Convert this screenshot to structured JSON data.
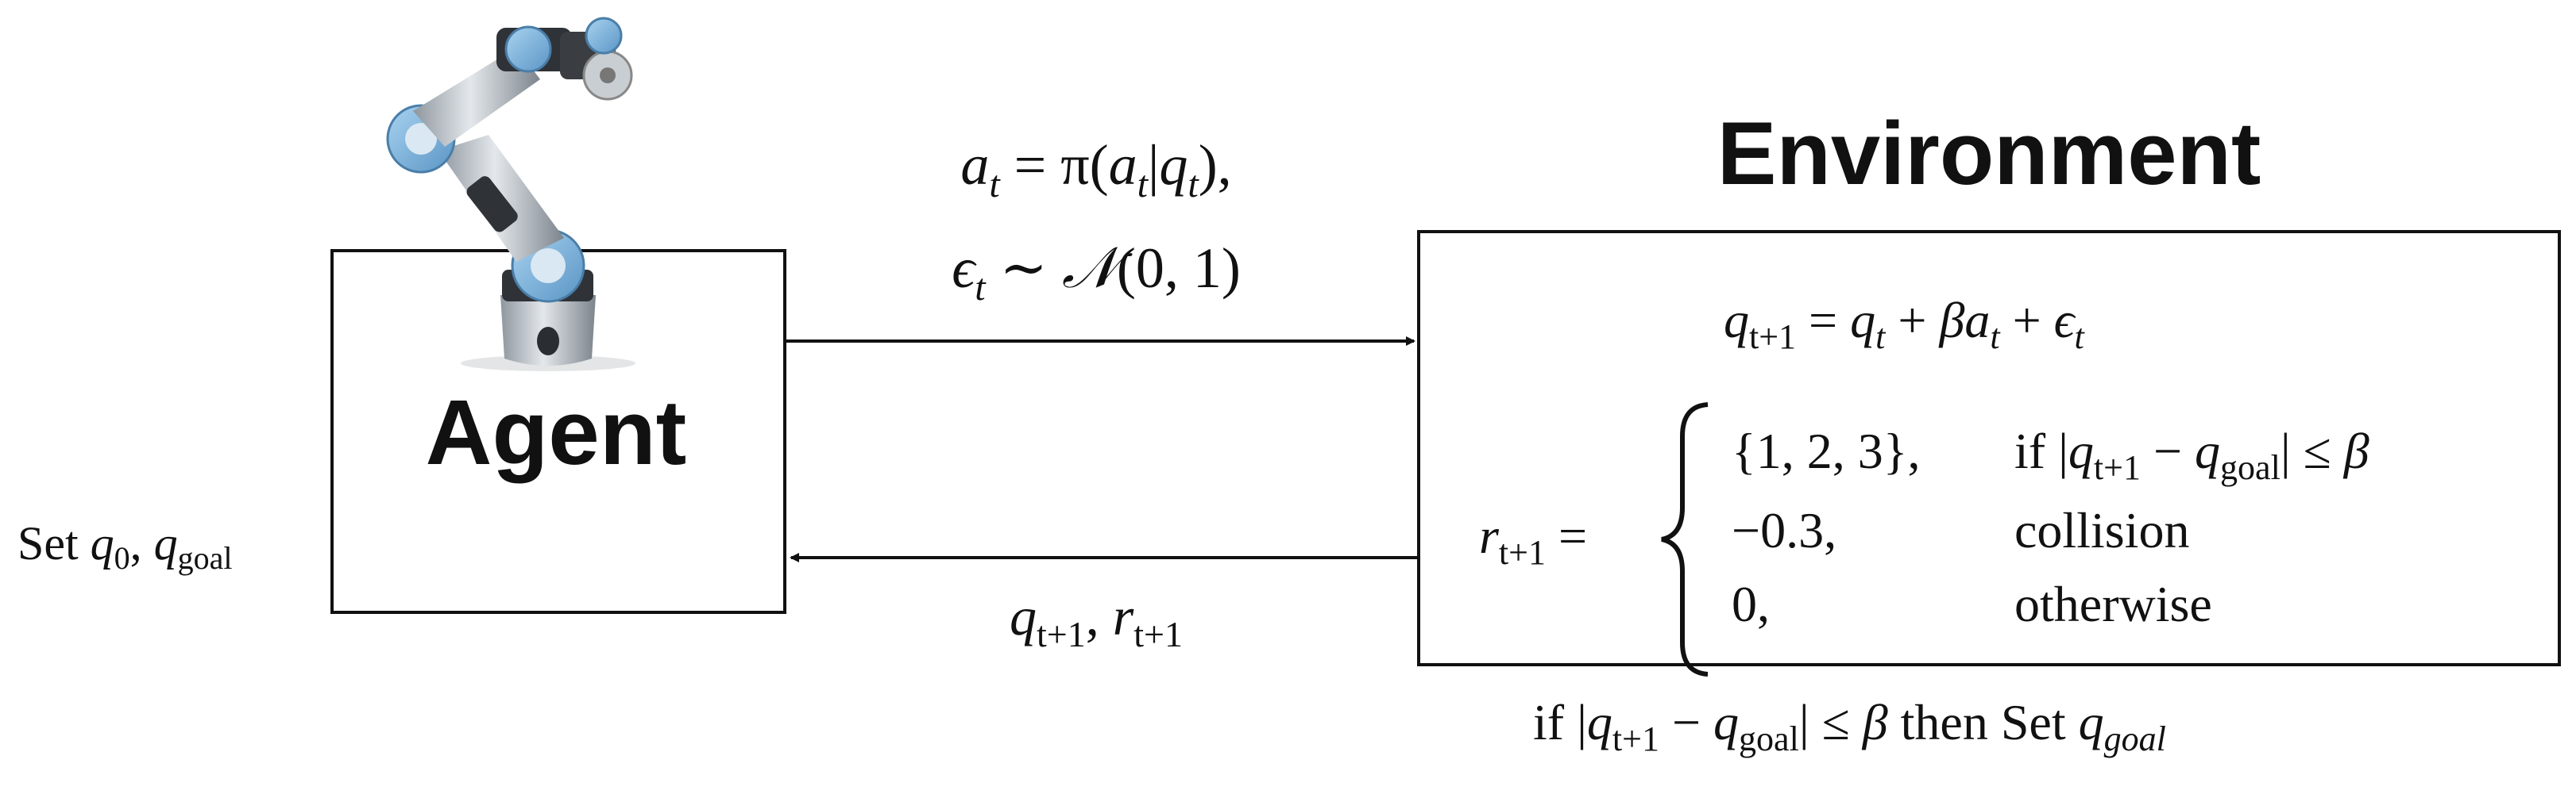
{
  "agent": {
    "title": "Agent",
    "init_text": "Set q0, qgoal"
  },
  "environment": {
    "title": "Environment",
    "transition": "q_{t+1} = q_t + βa_t + ε_t",
    "reward_lhs": "r_{t+1} =",
    "reward_cases": [
      {
        "value": "{1, 2, 3},",
        "condition": "if |q_{t+1} − q_goal| ≤ β"
      },
      {
        "value": "−0.3,",
        "condition": "collision"
      },
      {
        "value": "0,",
        "condition": "otherwise"
      }
    ]
  },
  "action_arrow": {
    "line1": "a_t = π(a_t|q_t),",
    "line2": "ε_t ∼ N(0, 1)"
  },
  "feedback_arrow": {
    "label": "q_{t+1}, r_{t+1}"
  },
  "goal_rule": {
    "text": "if |q_{t+1} − q_goal| ≤ β then Set q_goal"
  },
  "colors": {
    "box_stroke": "#111111",
    "robot_body": "#b8bec5",
    "robot_joint": "#2f3338",
    "robot_accent": "#7fb4dc"
  },
  "icons": [
    "robot-arm-icon"
  ]
}
